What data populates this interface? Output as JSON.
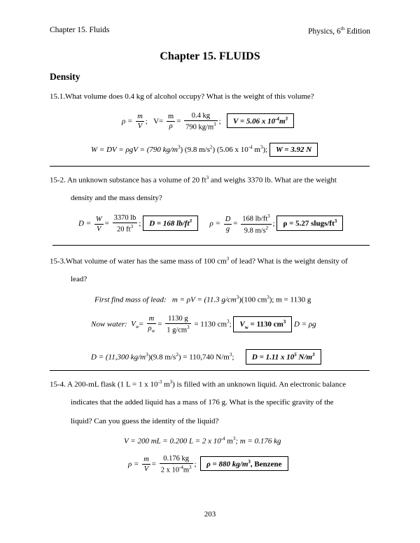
{
  "header": {
    "left": "Chapter 15.  Fluids",
    "right_main": "Physics, 6",
    "right_sup": "th",
    "right_end": " Edition"
  },
  "title": "Chapter 15.  FLUIDS",
  "section": "Density",
  "p1": {
    "question": "15.1.What volume does 0.4 kg of alcohol occupy?  What is the weight of this volume?",
    "rho": "ρ =",
    "f1_num": "m",
    "f1_den": "V",
    "semi1": ";",
    "v_eq": "V=",
    "f2_num": "m",
    "f2_den": "ρ",
    "eq2": "=",
    "f3_num": "0.4 kg",
    "f3_den": "790 kg/m",
    "f3_den_sup": "3",
    "semi2": ";",
    "ans_a": "V = 5.06 x 10",
    "ans_a_sup": "-4",
    "ans_b": "m",
    "ans_b_sup": "3",
    "w_line_a": "W = DV = ρgV = (790 kg/m",
    "w_sup1": "3",
    "w_line_b": ") (9.8 m/s",
    "w_sup2": "2",
    "w_line_c": ") (5.06 x 10",
    "w_sup3": "-4",
    "w_line_d": " m",
    "w_sup4": "3",
    "w_line_e": ");",
    "ans_w": "W = 3.92 N"
  },
  "p2": {
    "q_a": "15-2. An unknown substance has a volume of 20 ft",
    "q_sup": "3",
    "q_b": " and weighs 3370 lb.  What are the weight",
    "q_line2": "density and the mass density?",
    "d_eq": "D =",
    "f1_num": "W",
    "f1_den": "V",
    "eq": "=",
    "f2_num": "3370 lb",
    "f2_den": "20 ft",
    "f2_den_sup": "3",
    "semi": ";",
    "ans_d_a": "D = 168 lb/ft",
    "ans_d_sup": "3",
    "rho_eq": "ρ =",
    "f3_num": "D",
    "f3_den": "g",
    "eq2": "=",
    "f4_num": "168 lb/ft",
    "f4_num_sup": "3",
    "f4_den": "9.8 m/s",
    "f4_den_sup": "2",
    "semi2": ";",
    "ans_rho_a": "ρ = 5.27 slugs/ft",
    "ans_rho_sup": "3"
  },
  "p3": {
    "q_a": "15-3.What volume of water has the same mass of 100 cm",
    "q_sup": "3",
    "q_b": " of lead? What is the weight density of",
    "q_line2": "lead?",
    "first_a": "First find mass of lead:",
    "first_b": "m = ρV = (11.3 g/cm",
    "first_sup1": "3",
    "first_c": ")(100 cm",
    "first_sup2": "3",
    "first_d": ");   m = 1130 g",
    "now_a": "Now water:",
    "now_vw": "V",
    "now_vw_sub": "w",
    "eq": "=",
    "f1_num": "m",
    "f1_den": "ρ",
    "f1_den_sub": "w",
    "eq2": "=",
    "f2_num": "1130 g",
    "f2_den": "1 g/cm",
    "f2_den_sup": "3",
    "result_a": "= 1130 cm",
    "result_sup": "3",
    "semi": ";",
    "ans_v_a": "V",
    "ans_v_sub": "w",
    "ans_v_b": " = 1130 cm",
    "ans_v_sup": "3",
    "d_pg": "D = ρg",
    "d_line_a": "D = (11,300 kg/m",
    "d_sup1": "3",
    "d_line_b": ")(9.8 m/s",
    "d_sup2": "2",
    "d_line_c": ") = 110,740 N/m",
    "d_sup3": "3",
    "d_line_d": ";",
    "ans_d_a": "D = 1.11 x 10",
    "ans_d_sup": "5",
    "ans_d_b": " N/m",
    "ans_d_sup2": "3"
  },
  "p4": {
    "q_a": "15-4. A 200-mL flask (1 L = 1 x 10",
    "q_sup1": "-3",
    "q_b": " m",
    "q_sup2": "3",
    "q_c": ") is filled with an unknown liquid. An electronic balance",
    "q_line2": "indicates that the added liquid has a mass of 176 g.  What is the specific gravity of the",
    "q_line3": "liquid?  Can you guess the identity of the liquid?",
    "v_line_a": "V = 200 mL = 0.200 L = 2 x 10",
    "v_sup": "-4",
    "v_line_b": " m",
    "v_sup2": "3",
    "v_line_c": ";   m = 0.176 kg",
    "rho_eq": "ρ =",
    "f1_num": "m",
    "f1_den": "V",
    "eq": "=",
    "f2_num": "0.176 kg",
    "f2_den": "2 x 10",
    "f2_den_sup": "-4",
    "f2_den_b": "m",
    "f2_den_sup2": "3",
    "semi": ";",
    "ans_a": "ρ = 880 kg/m",
    "ans_sup": "3",
    "ans_b": ", Benzene"
  },
  "page_number": "203"
}
